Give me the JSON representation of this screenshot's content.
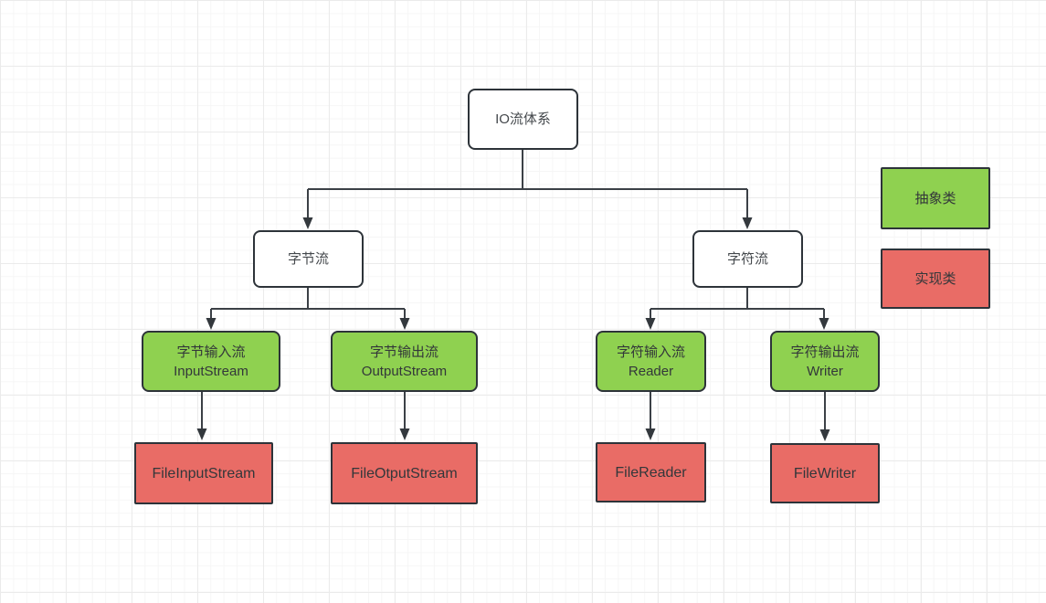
{
  "nodes": {
    "root": {
      "label": "IO流体系"
    },
    "byte_stream": {
      "label": "字节流"
    },
    "char_stream": {
      "label": "字符流"
    },
    "byte_input": {
      "line1": "字节输入流",
      "line2": "InputStream"
    },
    "byte_output": {
      "line1": "字节输出流",
      "line2": "OutputStream"
    },
    "char_input": {
      "line1": "字符输入流",
      "line2": "Reader"
    },
    "char_output": {
      "line1": "字符输出流",
      "line2": "Writer"
    },
    "file_input_stream": {
      "label": "FileInputStream"
    },
    "file_output_stream": {
      "label": "FileOtputStream"
    },
    "file_reader": {
      "label": "FileReader"
    },
    "file_writer": {
      "label": "FileWriter"
    }
  },
  "legend": {
    "abstract_class": {
      "label": "抽象类"
    },
    "implementation_class": {
      "label": "实现类"
    }
  },
  "colors": {
    "abstract_fill": "#8fd150",
    "implementation_fill": "#e96c66",
    "node_border": "#2d3339",
    "connector": "#3b4046",
    "plain_fill": "#ffffff"
  }
}
